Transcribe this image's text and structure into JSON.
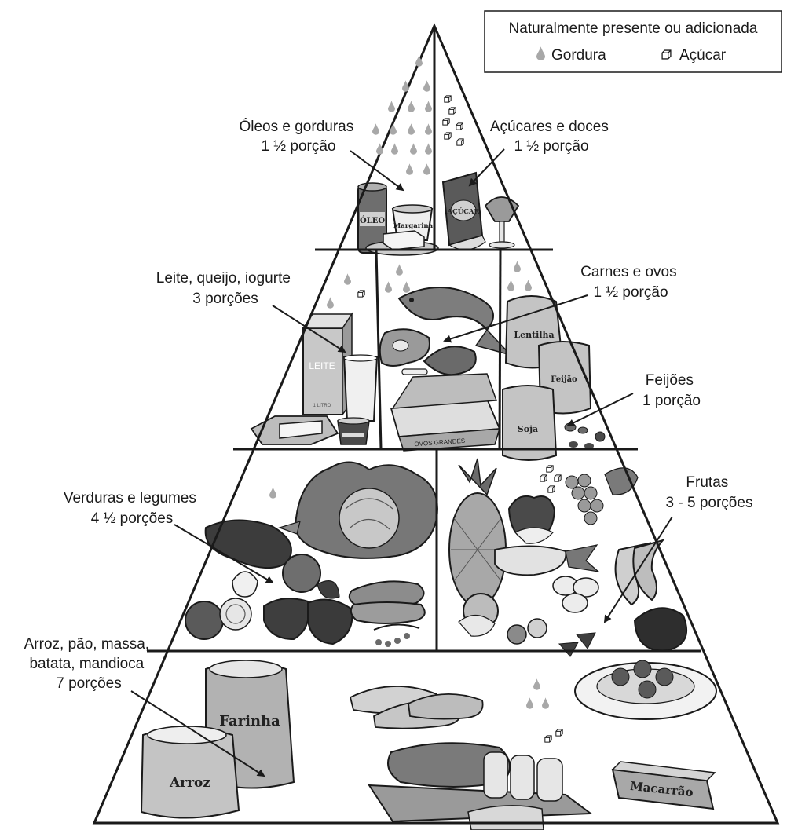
{
  "legend": {
    "title": "Naturalmente presente ou adicionada",
    "items": [
      {
        "label": "Gordura",
        "icon": "fat-drop-icon"
      },
      {
        "label": "Açúcar",
        "icon": "sugar-cube-icon"
      }
    ]
  },
  "groups": [
    {
      "id": "oils",
      "lines": [
        "Óleos e gorduras",
        "1 ½ porção"
      ]
    },
    {
      "id": "sugars",
      "lines": [
        "Açúcares e doces",
        "1 ½ porção"
      ]
    },
    {
      "id": "dairy",
      "lines": [
        "Leite, queijo, iogurte",
        "3 porções"
      ]
    },
    {
      "id": "meat",
      "lines": [
        "Carnes e ovos",
        "1 ½ porção"
      ]
    },
    {
      "id": "beans",
      "lines": [
        "Feijões",
        "1 porção"
      ]
    },
    {
      "id": "vegetables",
      "lines": [
        "Verduras e legumes",
        "4 ½ porções"
      ]
    },
    {
      "id": "fruits",
      "lines": [
        "Frutas",
        "3 - 5 porções"
      ]
    },
    {
      "id": "grains",
      "lines": [
        "Arroz, pão, massa,",
        "batata, mandioca",
        "7 porções"
      ]
    }
  ],
  "packages": {
    "oleo": "ÓLEO",
    "margarina": "Margarina",
    "acucar": "AÇÚCAR",
    "leite": "LEITE",
    "leite_sub": "1 LITRO",
    "lentilha": "Lentilha",
    "feijao": "Feijão",
    "soja": "Soja",
    "ovos": "OVOS GRANDES",
    "farinha": "Farinha",
    "arroz": "Arroz",
    "macarrao": "Macarrão"
  },
  "colors": {
    "outline": "#1a1a1a",
    "food_fill": "#8c8c8c",
    "food_light": "#c8c8c8",
    "food_dark": "#4a4a4a"
  }
}
